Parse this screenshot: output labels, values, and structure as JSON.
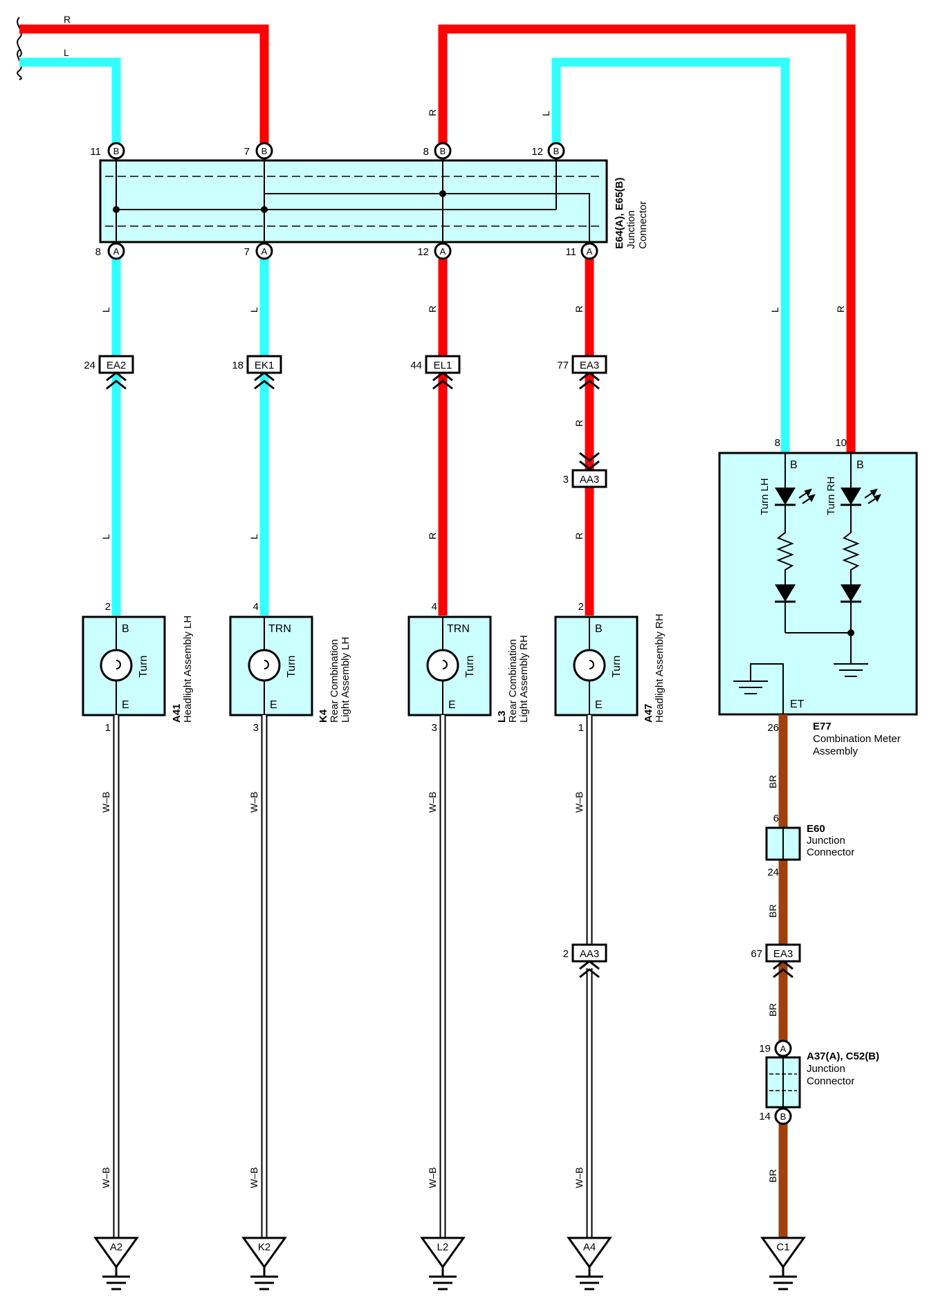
{
  "wire_colors": {
    "R": "#ff0000",
    "L": "#33ffff",
    "BR": "#a0410d",
    "WB": "#ffffff"
  },
  "top_wires": {
    "r": "R",
    "l": "L"
  },
  "junction_e64": {
    "code": "E64(A), E65(B)",
    "lines": [
      "Junction",
      "Connector"
    ],
    "top_pins": [
      {
        "num": "11",
        "letter": "B"
      },
      {
        "num": "7",
        "letter": "B"
      },
      {
        "num": "8",
        "letter": "B"
      },
      {
        "num": "12",
        "letter": "B"
      }
    ],
    "bottom_pins": [
      {
        "num": "8",
        "letter": "A"
      },
      {
        "num": "7",
        "letter": "A"
      },
      {
        "num": "12",
        "letter": "A"
      },
      {
        "num": "11",
        "letter": "A"
      }
    ]
  },
  "wire_labels": {
    "r_mid": "R",
    "l_mid": "L",
    "c1": "L",
    "c2": "L",
    "c3": "R",
    "c4": "R",
    "c1b": "L",
    "c2b": "L",
    "c3b": "R",
    "c4a": "R",
    "c4b": "R",
    "meter_l": "L",
    "meter_r": "R",
    "wb": "W–B",
    "br": "BR"
  },
  "inline_connectors": [
    {
      "num": "24",
      "name": "EA2"
    },
    {
      "num": "18",
      "name": "EK1"
    },
    {
      "num": "44",
      "name": "EL1"
    },
    {
      "num": "77",
      "name": "EA3"
    },
    {
      "num": "3",
      "name": "AA3"
    },
    {
      "num": "2",
      "name": "AA3"
    },
    {
      "num": "67",
      "name": "EA3"
    }
  ],
  "lamps": [
    {
      "code": "A41",
      "lines": [
        "Headlight Assembly LH"
      ],
      "top_pin": "2",
      "bottom_pin": "1",
      "top_term": "B",
      "bottom_term": "E",
      "label": "Turn"
    },
    {
      "code": "K4",
      "lines": [
        "Rear Combination",
        "Light Assembly LH"
      ],
      "top_pin": "4",
      "bottom_pin": "3",
      "top_term": "TRN",
      "bottom_term": "E",
      "label": "Turn"
    },
    {
      "code": "L3",
      "lines": [
        "Rear Combination",
        "Light Assembly RH"
      ],
      "top_pin": "4",
      "bottom_pin": "3",
      "top_term": "TRN",
      "bottom_term": "E",
      "label": "Turn"
    },
    {
      "code": "A47",
      "lines": [
        "Headlight Assembly RH"
      ],
      "top_pin": "2",
      "bottom_pin": "1",
      "top_term": "B",
      "bottom_term": "E",
      "label": "Turn"
    }
  ],
  "meter": {
    "code": "E77",
    "lines": [
      "Combination Meter",
      "Assembly"
    ],
    "pin_l": "8",
    "pin_r": "10",
    "term_l": "B",
    "term_r": "B",
    "turn_lh": "Turn LH",
    "turn_rh": "Turn RH",
    "et": "ET",
    "pin_et": "26"
  },
  "e60": {
    "code": "E60",
    "lines": [
      "Junction",
      "Connector"
    ],
    "pin_top": "6",
    "pin_bottom": "24"
  },
  "a37": {
    "code": "A37(A), C52(B)",
    "lines": [
      "Junction",
      "Connector"
    ],
    "pin_top": "19",
    "pin_bottom": "14",
    "letter_top": "A",
    "letter_bottom": "B"
  },
  "grounds": [
    "A2",
    "K2",
    "L2",
    "A4",
    "C1"
  ]
}
